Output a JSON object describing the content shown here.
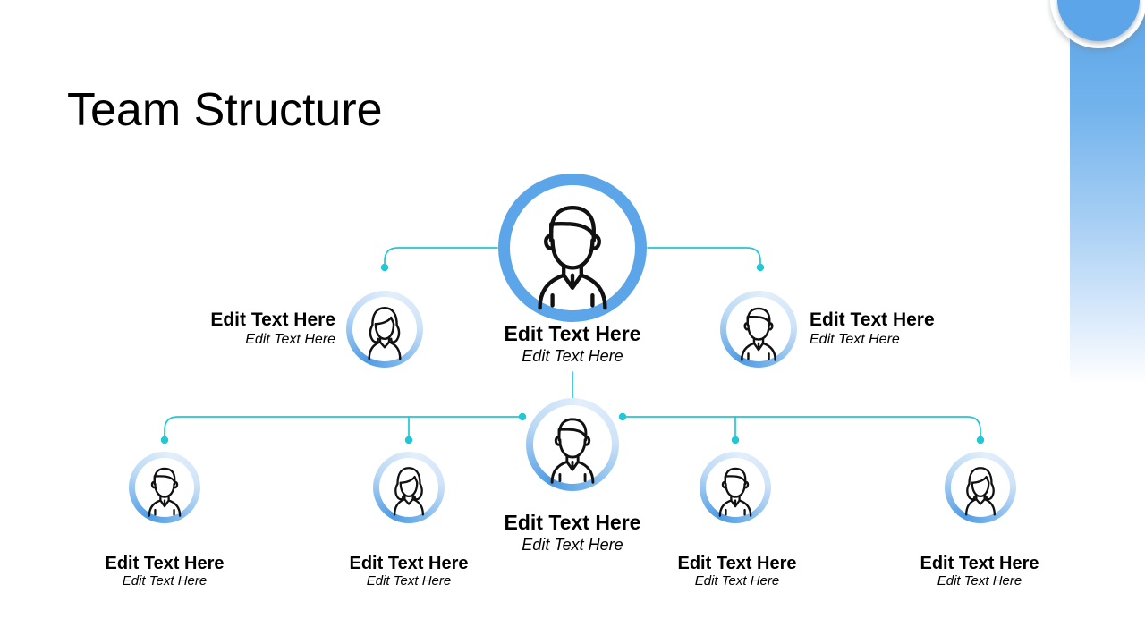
{
  "slide": {
    "title": "Team Structure",
    "accent_blue": "#5BA5E8",
    "connector_teal": "#22C7D6",
    "ring_blue_dark": "#4E9BE4",
    "ring_blue_light": "#E3EFFB",
    "text_color": "#000000",
    "background": "#FFFFFF"
  },
  "nodes": {
    "level1": {
      "id": "ceo",
      "avatar": "person-male-avatar-icon",
      "label": "Edit Text Here",
      "sublabel": "Edit Text Here",
      "align": "center"
    },
    "level2": [
      {
        "id": "manager-left",
        "avatar": "person-female-avatar-icon",
        "label": "Edit Text Here",
        "sublabel": "Edit Text Here",
        "align": "right"
      },
      {
        "id": "manager-right",
        "avatar": "person-male-avatar-icon",
        "label": "Edit Text Here",
        "sublabel": "Edit Text Here",
        "align": "left"
      }
    ],
    "level3_center": {
      "id": "lead-center",
      "avatar": "person-male-avatar-icon",
      "label": "Edit Text Here",
      "sublabel": "Edit Text Here",
      "align": "center"
    },
    "level3": [
      {
        "id": "member-1",
        "avatar": "person-male-avatar-icon",
        "label": "Edit Text Here",
        "sublabel": "Edit Text Here",
        "align": "center"
      },
      {
        "id": "member-2",
        "avatar": "person-female-avatar-icon",
        "label": "Edit Text Here",
        "sublabel": "Edit Text Here",
        "align": "center"
      },
      {
        "id": "member-3",
        "avatar": "person-male-avatar-icon",
        "label": "Edit Text Here",
        "sublabel": "Edit Text Here",
        "align": "center"
      },
      {
        "id": "member-4",
        "avatar": "person-female-avatar-icon",
        "label": "Edit Text Here",
        "sublabel": "Edit Text Here",
        "align": "center"
      }
    ]
  }
}
